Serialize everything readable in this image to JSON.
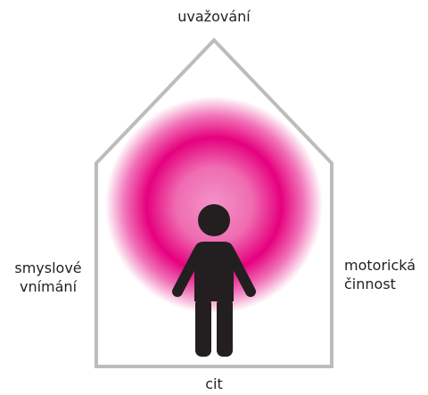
{
  "labels": {
    "top": "uvažování",
    "left": [
      "smyslové",
      "vnímání"
    ],
    "right": [
      "motorická",
      "činnost"
    ],
    "bottom": "cit"
  },
  "colors": {
    "house_outline": "#bcbcbc",
    "glow": "#e6007e",
    "figure": "#231f20",
    "text": "#231f20"
  }
}
